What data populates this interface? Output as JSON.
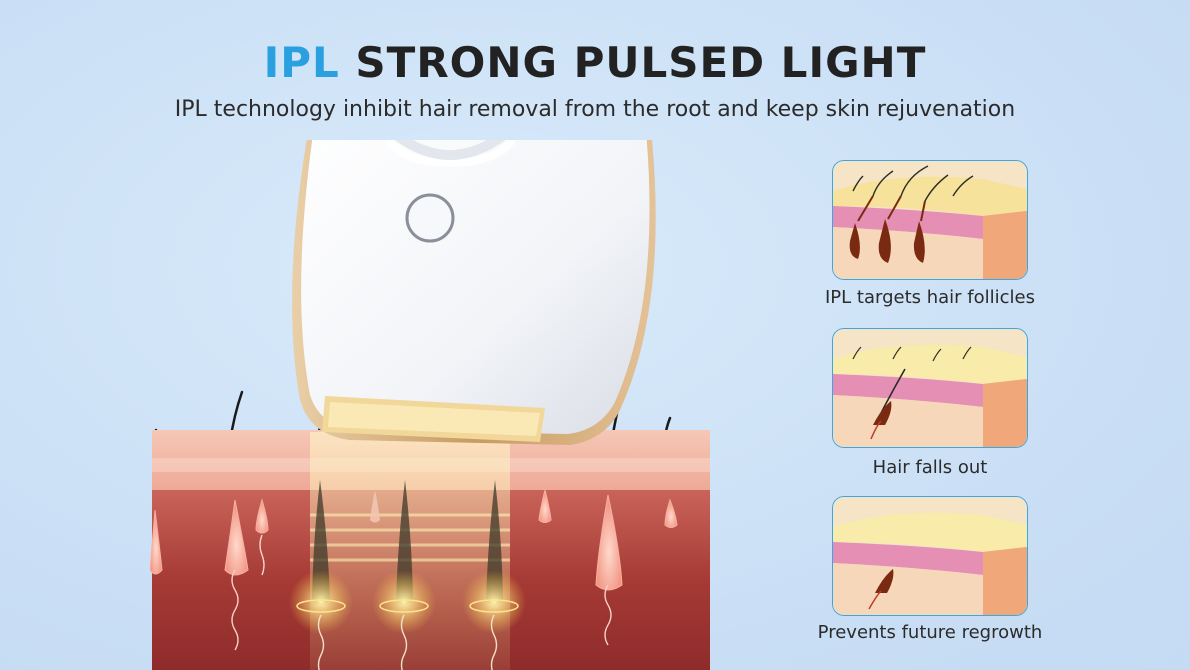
{
  "header": {
    "title_accent": "IPL",
    "title_rest": "STRONG PULSED LIGHT",
    "subtitle": "IPL technology inhibit hair removal from the root and keep skin rejuvenation"
  },
  "steps": [
    {
      "caption": "IPL targets hair follicles",
      "icon": "skin-follicles-illustration"
    },
    {
      "caption": "Hair falls out",
      "icon": "skin-hair-falling-illustration"
    },
    {
      "caption": "Prevents future regrowth",
      "icon": "skin-no-regrowth-illustration"
    }
  ],
  "colors": {
    "accent": "#2aa0e0",
    "background": "#cfe3f8",
    "card_border": "#3aa7e3",
    "skin": "#f2b8a2",
    "dermis": "#b3453b"
  }
}
